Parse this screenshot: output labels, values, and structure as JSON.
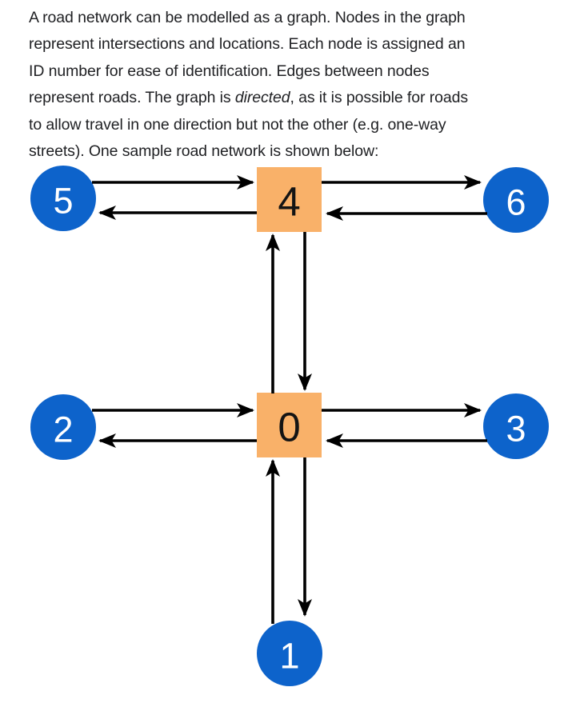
{
  "paragraph": {
    "lines": [
      {
        "text": "A road network can be modelled as a graph. Nodes in the graph"
      },
      {
        "text": "represent intersections and locations. Each node is assigned an"
      },
      {
        "text": "ID number for ease of identification. Edges between nodes"
      },
      {
        "pre": "represent roads. The graph is ",
        "italic": "directed",
        "post": ", as it is possible for roads"
      },
      {
        "text": "to allow travel in one direction but not the other (e.g. one-way"
      },
      {
        "text": "streets). One sample road network is shown below:"
      }
    ]
  },
  "diagram": {
    "title": "sample-road-network-graph",
    "colors": {
      "circle_fill": "#0d63cb",
      "square_fill": "#f9b169",
      "edge": "#000000",
      "circle_label": "#ffffff",
      "square_label": "#141414",
      "text": "#202124",
      "background": "#ffffff"
    },
    "nodes": [
      {
        "id": "5",
        "shape": "circle"
      },
      {
        "id": "4",
        "shape": "square"
      },
      {
        "id": "6",
        "shape": "circle"
      },
      {
        "id": "2",
        "shape": "circle"
      },
      {
        "id": "0",
        "shape": "square"
      },
      {
        "id": "3",
        "shape": "circle"
      },
      {
        "id": "1",
        "shape": "circle"
      }
    ],
    "edges": [
      {
        "from": "5",
        "to": "4"
      },
      {
        "from": "4",
        "to": "5"
      },
      {
        "from": "4",
        "to": "6"
      },
      {
        "from": "6",
        "to": "4"
      },
      {
        "from": "0",
        "to": "4"
      },
      {
        "from": "4",
        "to": "0"
      },
      {
        "from": "2",
        "to": "0"
      },
      {
        "from": "0",
        "to": "2"
      },
      {
        "from": "0",
        "to": "3"
      },
      {
        "from": "3",
        "to": "0"
      },
      {
        "from": "1",
        "to": "0"
      },
      {
        "from": "0",
        "to": "1"
      }
    ]
  }
}
